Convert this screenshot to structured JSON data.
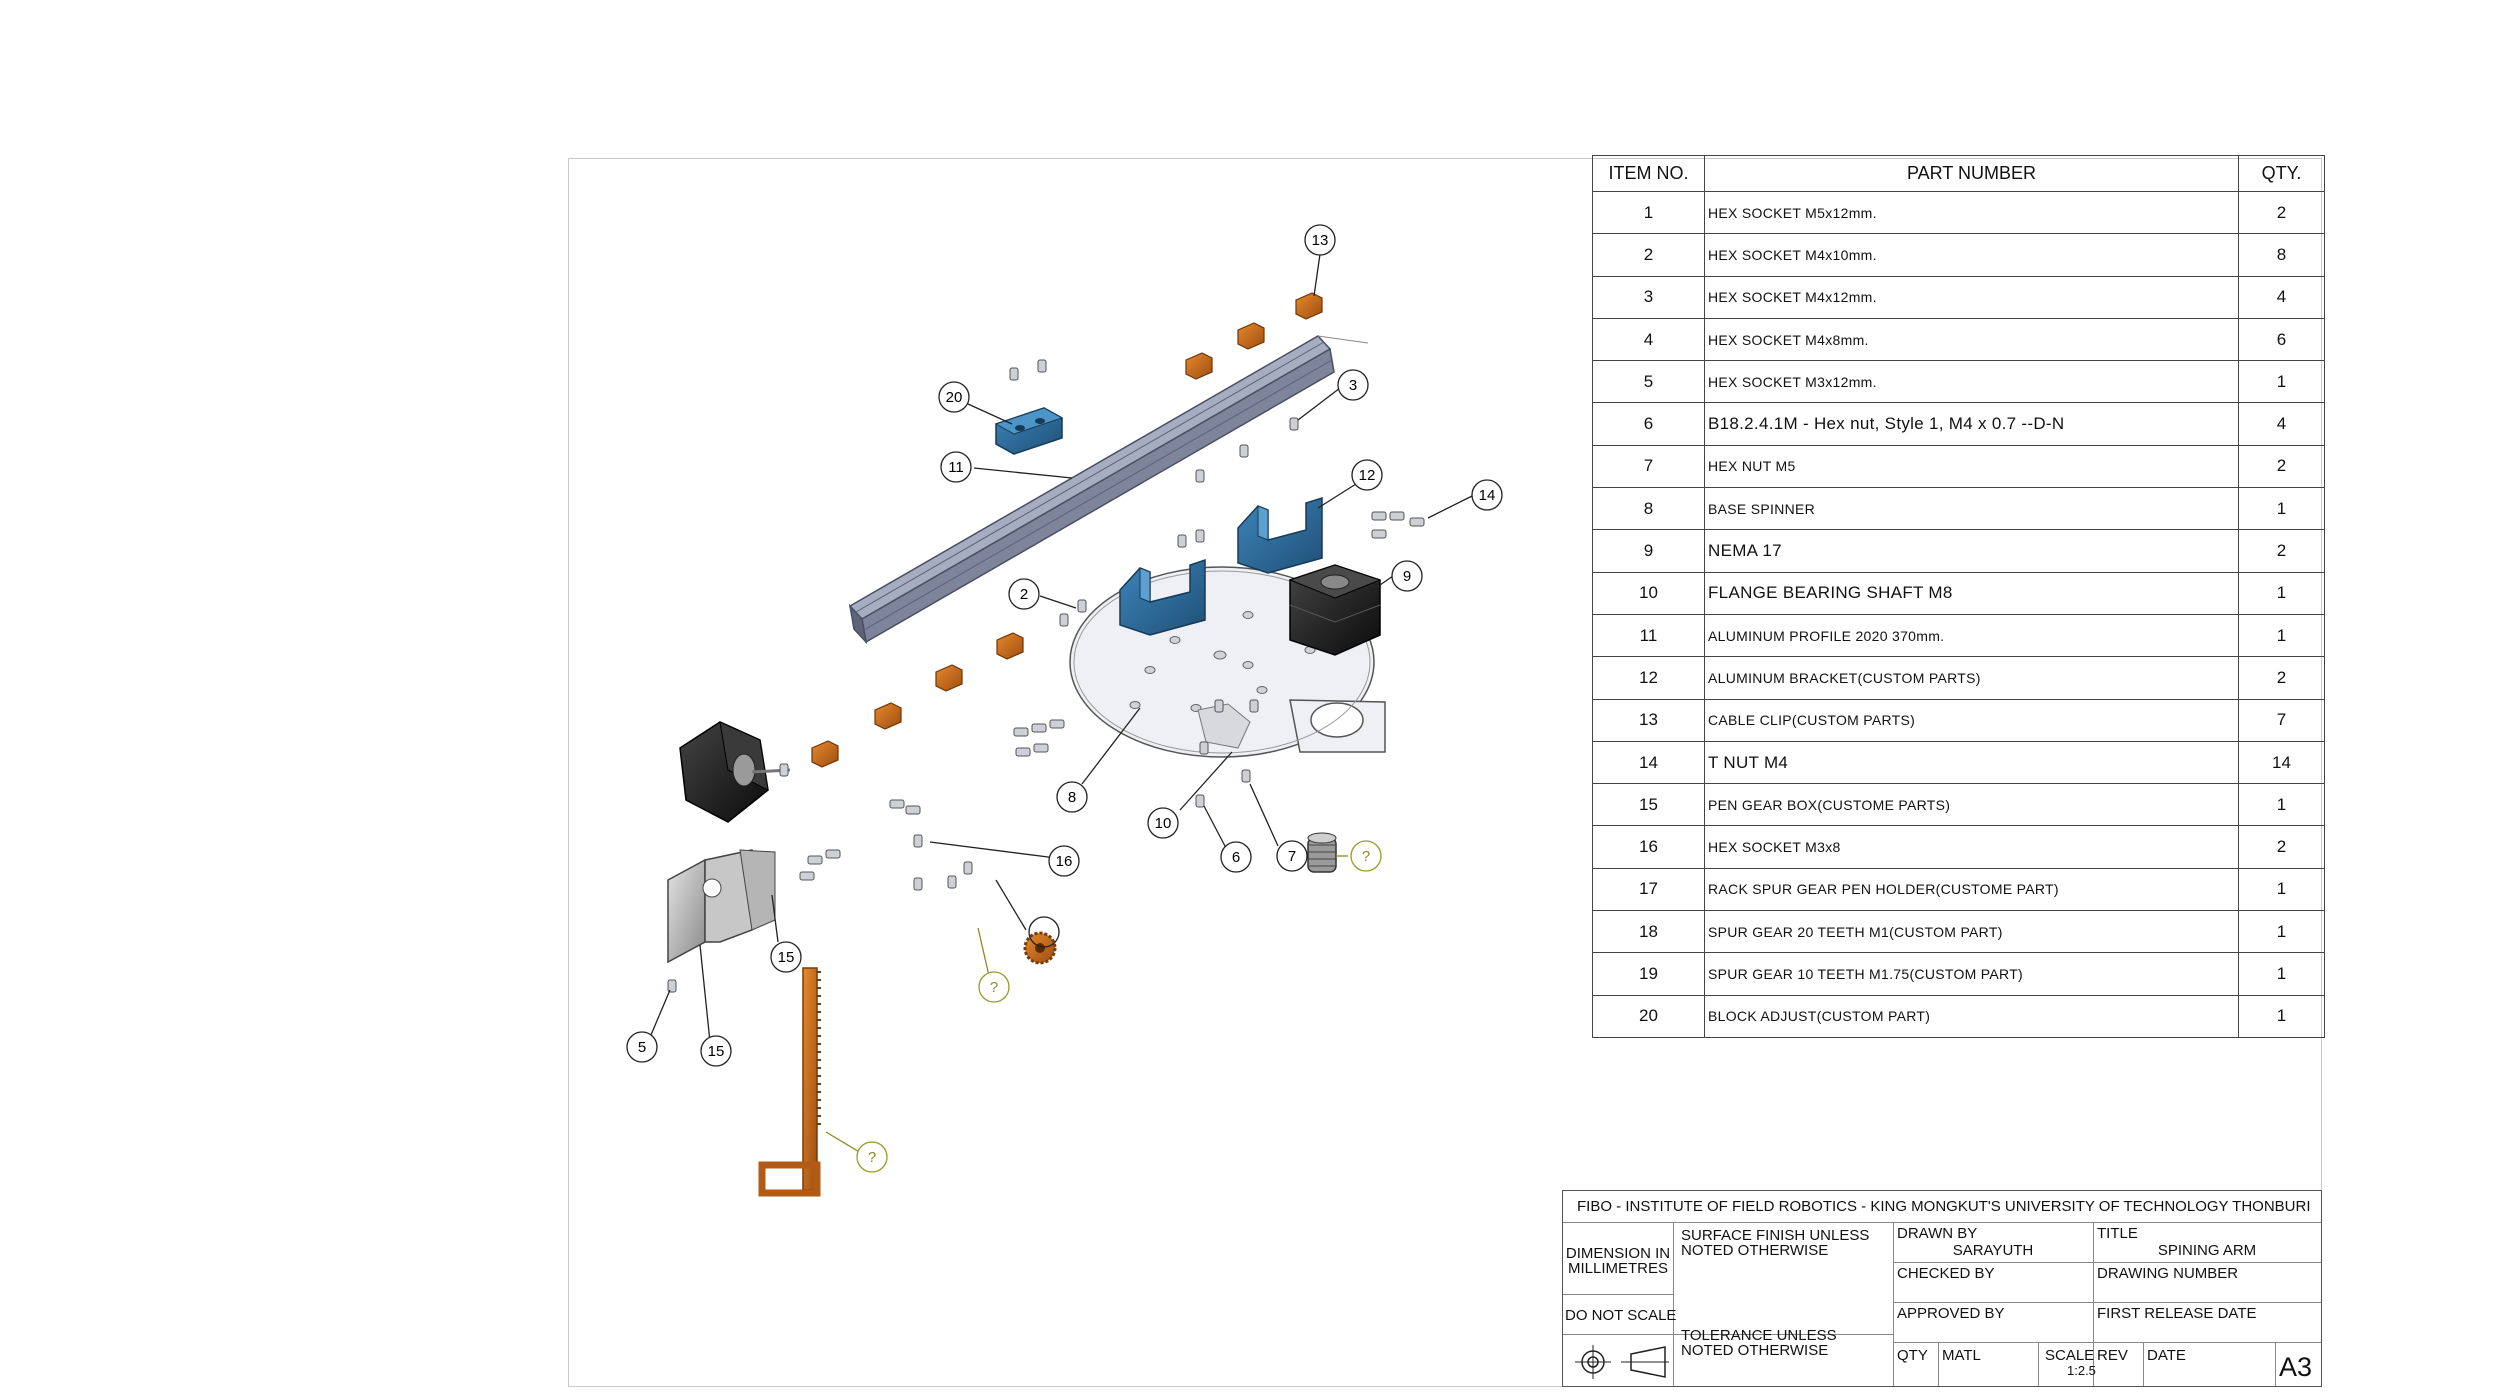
{
  "bom": {
    "headers": {
      "item": "ITEM NO.",
      "part": "PART NUMBER",
      "qty": "QTY."
    },
    "rows": [
      {
        "item": "1",
        "part": "HEX SOCKET M5x12mm.",
        "qty": "2"
      },
      {
        "item": "2",
        "part": "HEX SOCKET M4x10mm.",
        "qty": "8"
      },
      {
        "item": "3",
        "part": "HEX SOCKET M4x12mm.",
        "qty": "4"
      },
      {
        "item": "4",
        "part": "HEX SOCKET M4x8mm.",
        "qty": "6"
      },
      {
        "item": "5",
        "part": "HEX SOCKET M3x12mm.",
        "qty": "1"
      },
      {
        "item": "6",
        "part": "B18.2.4.1M - Hex nut, Style 1,  M4 x 0.7 --D-N",
        "qty": "4"
      },
      {
        "item": "7",
        "part": "HEX NUT M5",
        "qty": "2"
      },
      {
        "item": "8",
        "part": "BASE SPINNER",
        "qty": "1"
      },
      {
        "item": "9",
        "part": "NEMA 17",
        "qty": "2"
      },
      {
        "item": "10",
        "part": "FLANGE BEARING SHAFT M8",
        "qty": "1"
      },
      {
        "item": "11",
        "part": "ALUMINUM PROFILE 2020 370mm.",
        "qty": "1"
      },
      {
        "item": "12",
        "part": "ALUMINUM BRACKET(CUSTOM PARTS)",
        "qty": "2"
      },
      {
        "item": "13",
        "part": "CABLE CLIP(CUSTOM PARTS)",
        "qty": "7"
      },
      {
        "item": "14",
        "part": "T NUT M4",
        "qty": "14"
      },
      {
        "item": "15",
        "part": "PEN GEAR BOX(CUSTOME PARTS)",
        "qty": "1"
      },
      {
        "item": "16",
        "part": "HEX SOCKET M3x8",
        "qty": "2"
      },
      {
        "item": "17",
        "part": "RACK SPUR GEAR PEN HOLDER(CUSTOME PART)",
        "qty": "1"
      },
      {
        "item": "18",
        "part": "SPUR GEAR 20 TEETH M1(CUSTOM PART)",
        "qty": "1"
      },
      {
        "item": "19",
        "part": "SPUR GEAR 10 TEETH M1.75(CUSTOM PART)",
        "qty": "1"
      },
      {
        "item": "20",
        "part": "BLOCK ADJUST(CUSTOM PART)",
        "qty": "1"
      }
    ]
  },
  "balloons": [
    {
      "label": "13"
    },
    {
      "label": "20"
    },
    {
      "label": "3"
    },
    {
      "label": "11"
    },
    {
      "label": "12"
    },
    {
      "label": "14"
    },
    {
      "label": "2"
    },
    {
      "label": "9"
    },
    {
      "label": "8"
    },
    {
      "label": "10"
    },
    {
      "label": "6"
    },
    {
      "label": "7"
    },
    {
      "label": "?"
    },
    {
      "label": "16"
    },
    {
      "label": "?"
    },
    {
      "label": "15"
    },
    {
      "label": "5"
    },
    {
      "label": "15"
    },
    {
      "label": "?"
    },
    {
      "label": ""
    }
  ],
  "title_block": {
    "institute": "FIBO - INSTITUTE OF FIELD ROBOTICS - KING MONGKUT'S UNIVERSITY OF TECHNOLOGY THONBURI",
    "dimension_1": "DIMENSION IN",
    "dimension_2": "MILLIMETRES",
    "surface_1": "SURFACE FINISH UNLESS",
    "surface_2": "NOTED OTHERWISE",
    "drawn_by_label": "DRAWN BY",
    "drawn_by": "SARAYUTH",
    "title_label": "TITLE",
    "title": "SPINING ARM",
    "checked_by_label": "CHECKED BY",
    "drawing_number_label": "DRAWING NUMBER",
    "do_not_scale": "DO NOT SCALE",
    "approved_by_label": "APPROVED BY",
    "first_release_label": "FIRST RELEASE DATE",
    "tolerance_1": "TOLERANCE UNLESS",
    "tolerance_2": "NOTED OTHERWISE",
    "qty_label": "QTY",
    "matl_label": "MATL",
    "scale_label": "SCALE",
    "scale": "1:2.5",
    "rev_label": "REV",
    "date_label": "DATE",
    "sheet_size": "A3"
  },
  "colors": {
    "bracket_blue": "#2f6f9c",
    "plastic_orange": "#c8671a",
    "motor_black": "#1e1e1e",
    "profile_steel": "#8c93a6",
    "balloon_yellow": "#9a9a2a"
  }
}
